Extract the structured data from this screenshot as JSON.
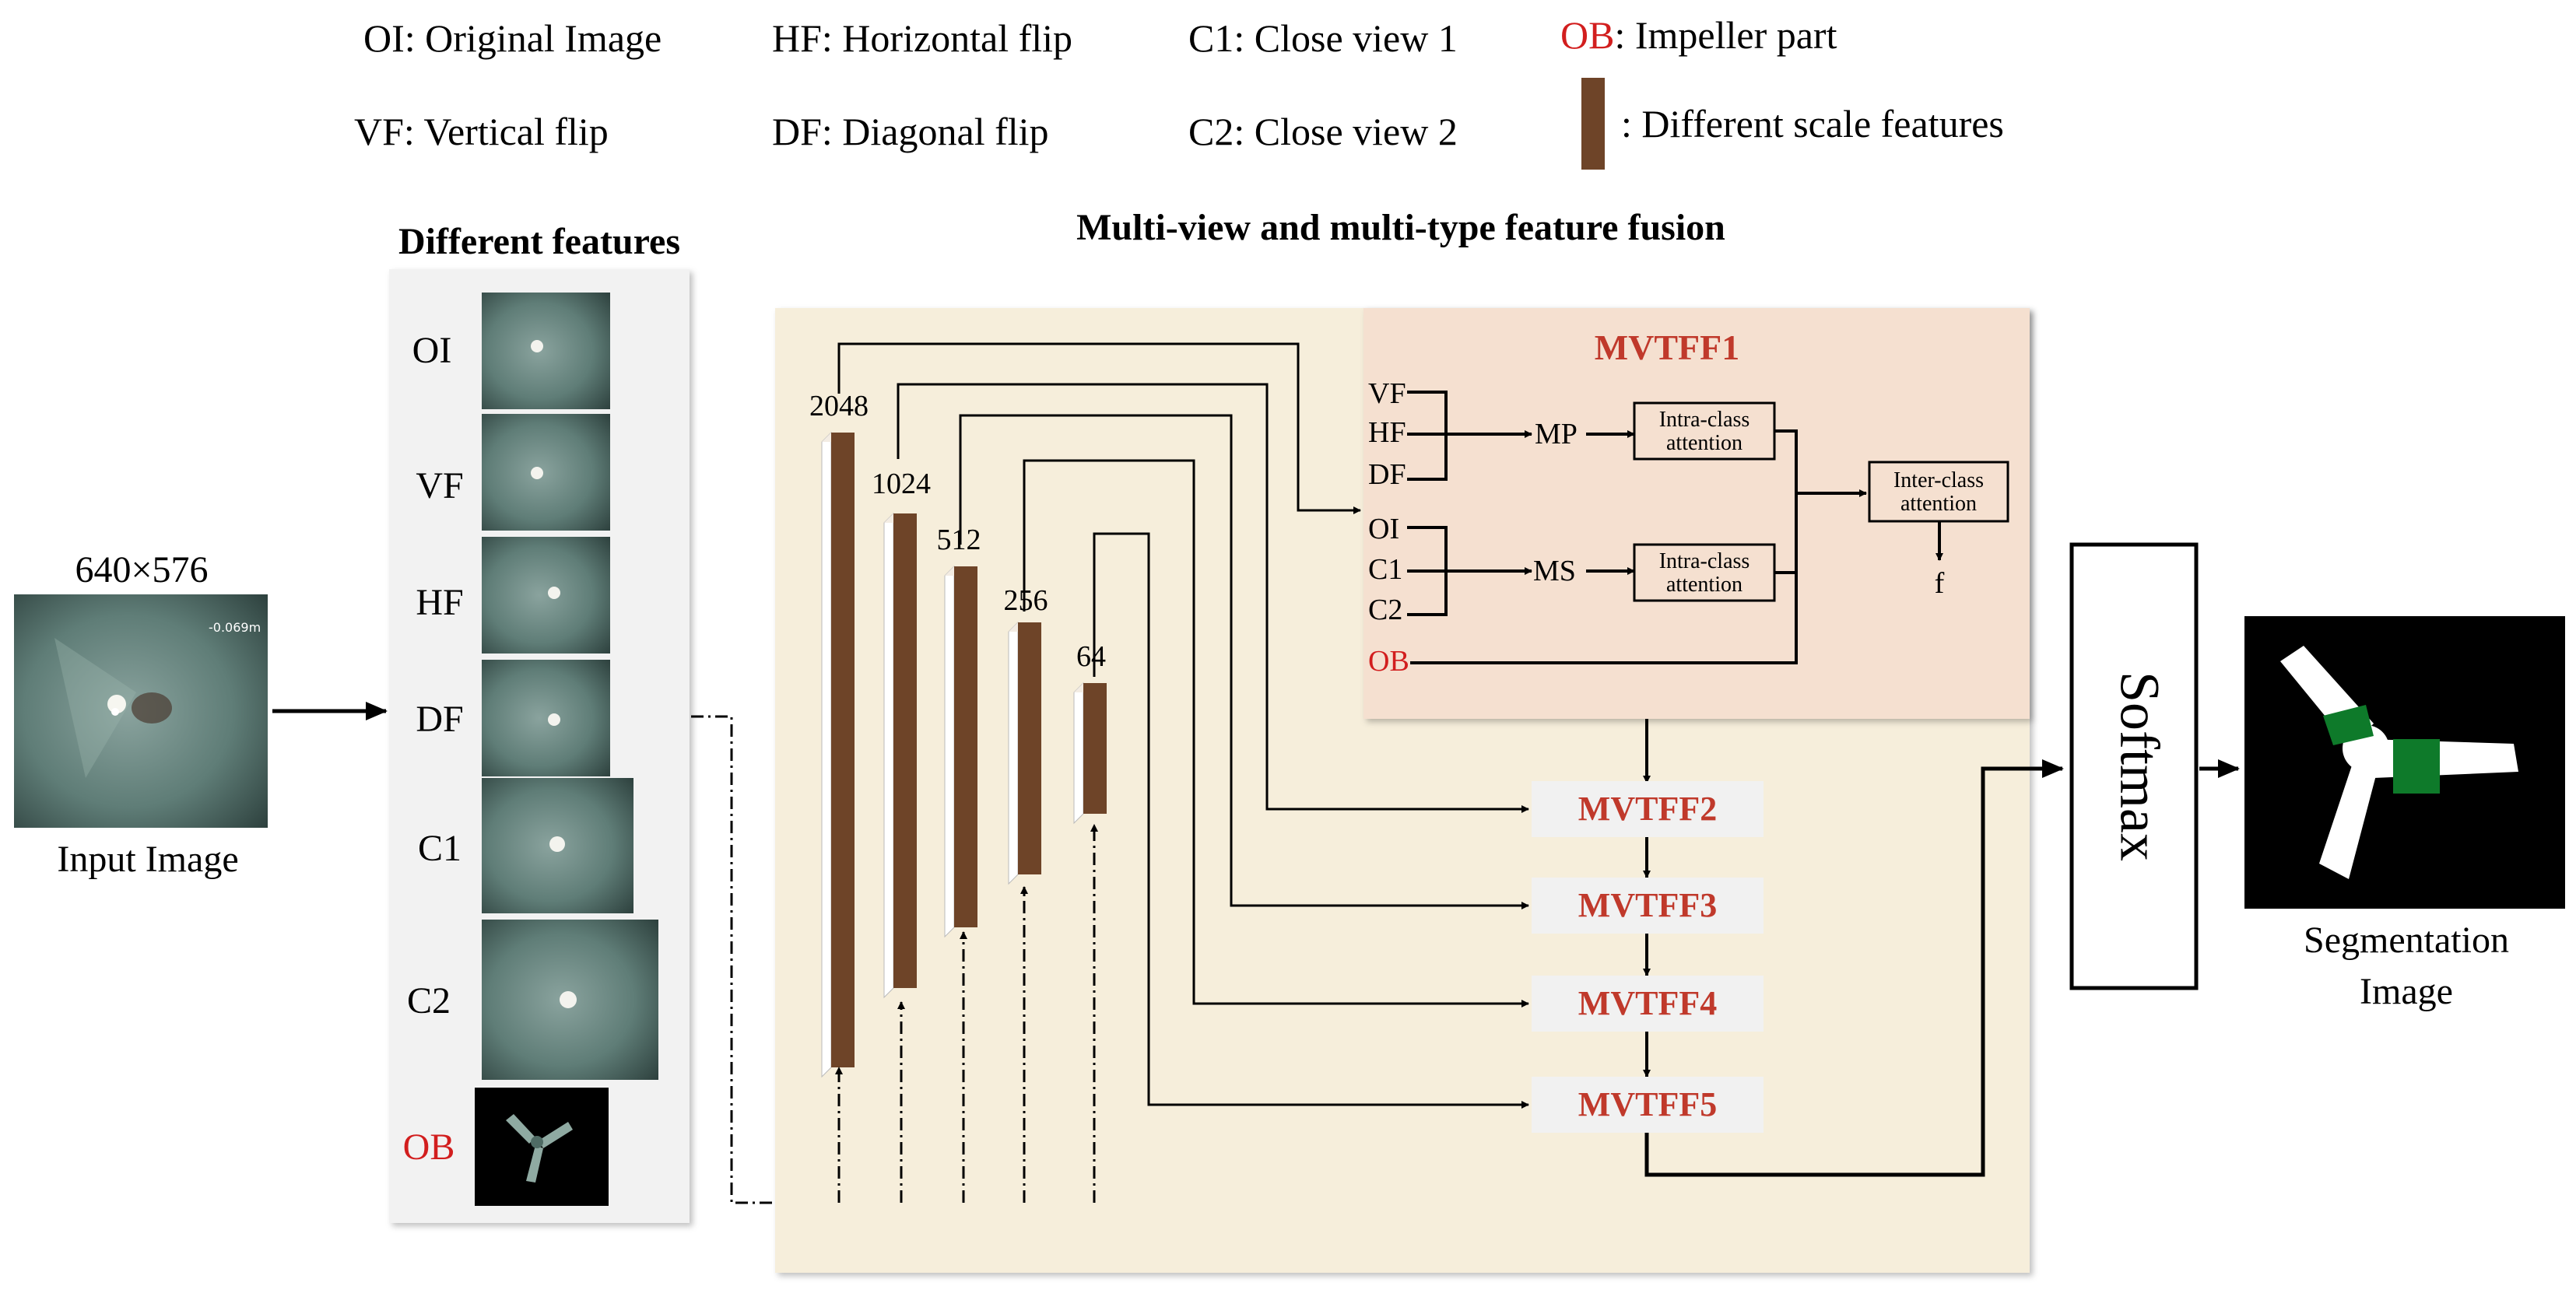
{
  "legend": {
    "oi": "OI: Original Image",
    "hf": "HF: Horizontal flip",
    "c1": "C1: Close view 1",
    "ob_abbr": "OB",
    "ob_rest": ": Impeller part",
    "vf": "VF: Vertical flip",
    "df": "DF: Diagonal flip",
    "c2": "C2: Close view 2",
    "scale": ": Different scale features"
  },
  "input": {
    "size": "640×576",
    "label": "Input Image",
    "readout": "-0.069m"
  },
  "features": {
    "title": "Different features",
    "labels": [
      "OI",
      "VF",
      "HF",
      "DF",
      "C1",
      "C2",
      "OB"
    ]
  },
  "fusion": {
    "title": "Multi-view and multi-type feature fusion",
    "channels": [
      "2048",
      "1024",
      "512",
      "256",
      "64"
    ]
  },
  "mvtff1": {
    "title": "MVTFF1",
    "group1": [
      "VF",
      "HF",
      "DF"
    ],
    "group2": [
      "OI",
      "C1",
      "C2"
    ],
    "ob": "OB",
    "mp": "MP",
    "ms": "MS",
    "intra1": [
      "Intra-class",
      "attention"
    ],
    "intra2": [
      "Intra-class",
      "attention"
    ],
    "inter": [
      "Inter-class",
      "attention"
    ],
    "f": "f"
  },
  "modules": [
    "MVTFF2",
    "MVTFF3",
    "MVTFF4",
    "MVTFF5"
  ],
  "softmax": "Softmax",
  "output": {
    "label1": "Segmentation",
    "label2": "Image"
  },
  "colors": {
    "brown": "#6E4428",
    "red": "#D21E1E",
    "module_red": "#C0392B",
    "beige": "#F6EEDB",
    "pink": "#F5E0D0",
    "panel": "#F2F2F2",
    "mask_green": "#0E7A2A"
  }
}
